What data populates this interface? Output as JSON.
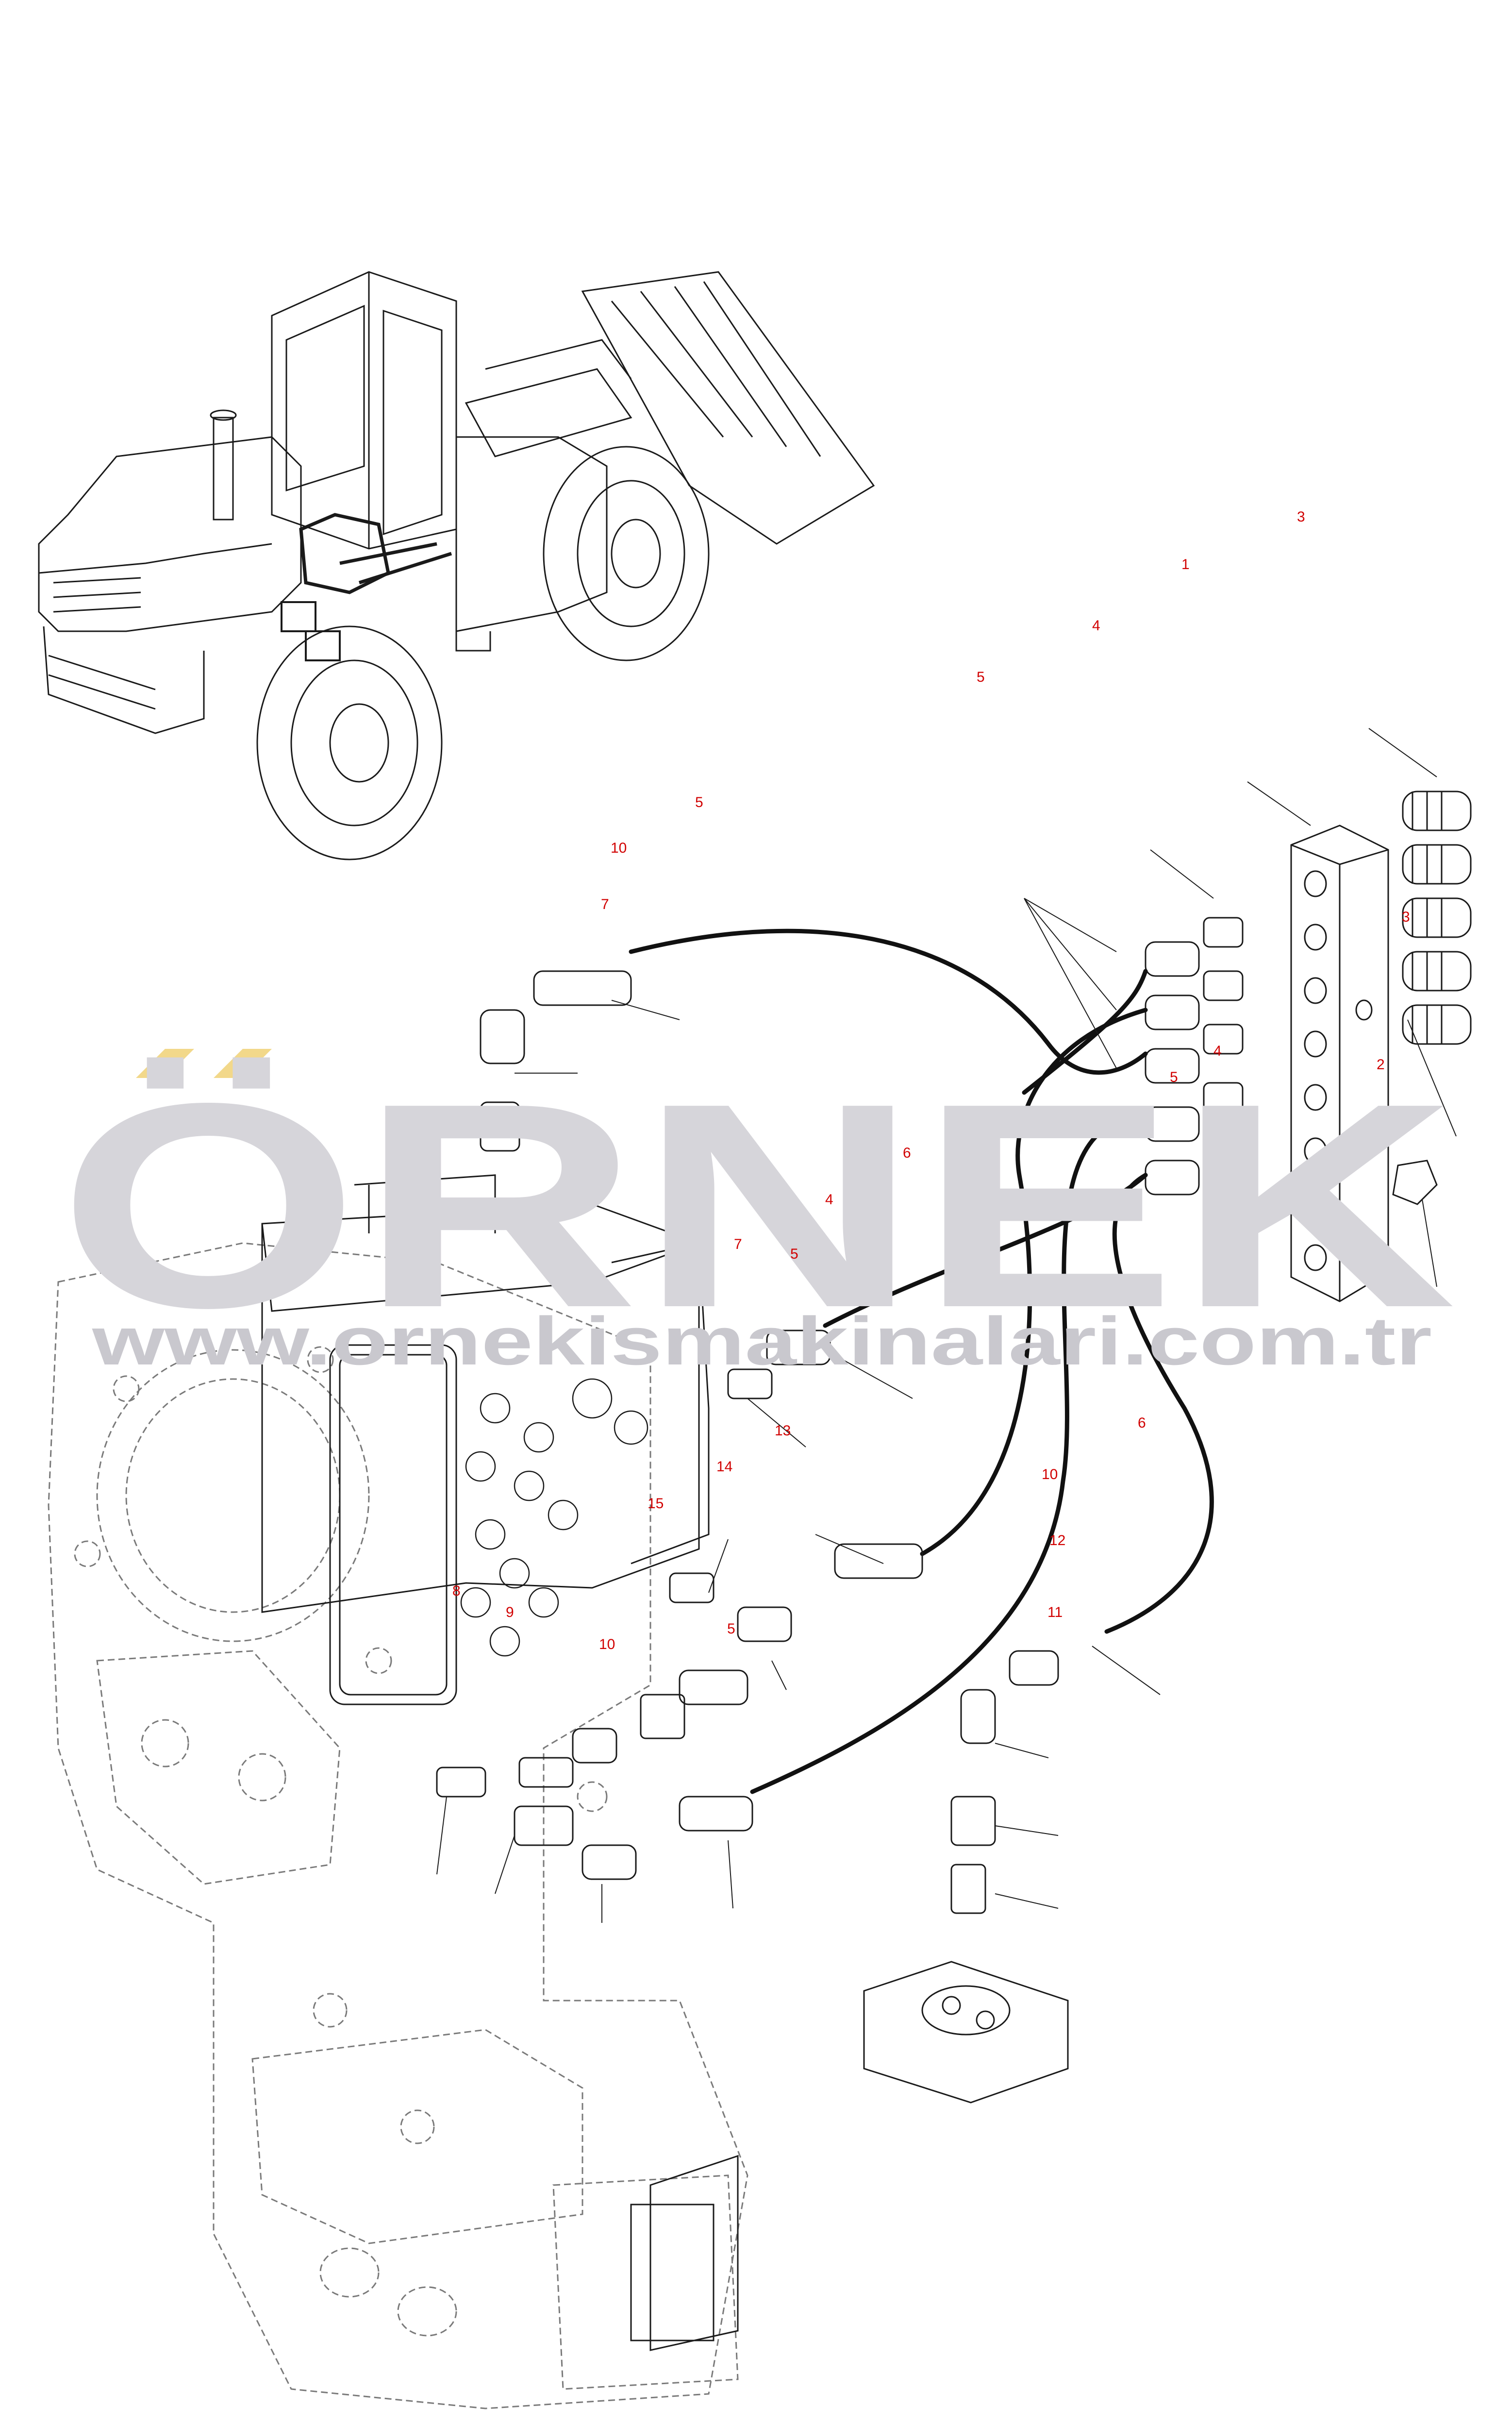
{
  "watermark": {
    "brand": "ÖRNEK",
    "url": "www.ornekismakinalari.com.tr",
    "colors": {
      "text": "#d6d5da",
      "url": "#c9c8ce",
      "accent": "#f2d88a"
    }
  },
  "callouts": [
    {
      "id": "c-3a",
      "text": "3"
    },
    {
      "id": "c-1",
      "text": "1"
    },
    {
      "id": "c-4a",
      "text": "4"
    },
    {
      "id": "c-5a",
      "text": "5"
    },
    {
      "id": "c-5b",
      "text": "5"
    },
    {
      "id": "c-10a",
      "text": "10"
    },
    {
      "id": "c-7a",
      "text": "7"
    },
    {
      "id": "c-3b",
      "text": "3"
    },
    {
      "id": "c-2",
      "text": "2"
    },
    {
      "id": "c-5c",
      "text": "5"
    },
    {
      "id": "c-4b",
      "text": "4"
    },
    {
      "id": "c-6a",
      "text": "6"
    },
    {
      "id": "c-4c",
      "text": "4"
    },
    {
      "id": "c-7b",
      "text": "7"
    },
    {
      "id": "c-5d",
      "text": "5"
    },
    {
      "id": "c-13",
      "text": "13"
    },
    {
      "id": "c-14",
      "text": "14"
    },
    {
      "id": "c-15",
      "text": "15"
    },
    {
      "id": "c-6b",
      "text": "6"
    },
    {
      "id": "c-10b",
      "text": "10"
    },
    {
      "id": "c-12",
      "text": "12"
    },
    {
      "id": "c-11",
      "text": "11"
    },
    {
      "id": "c-8",
      "text": "8"
    },
    {
      "id": "c-9",
      "text": "9"
    },
    {
      "id": "c-5e",
      "text": "5"
    },
    {
      "id": "c-10c",
      "text": "10"
    }
  ],
  "colors": {
    "line": "#1a1a1a",
    "dash": "#7a7a7a",
    "callout": "#d10000"
  }
}
